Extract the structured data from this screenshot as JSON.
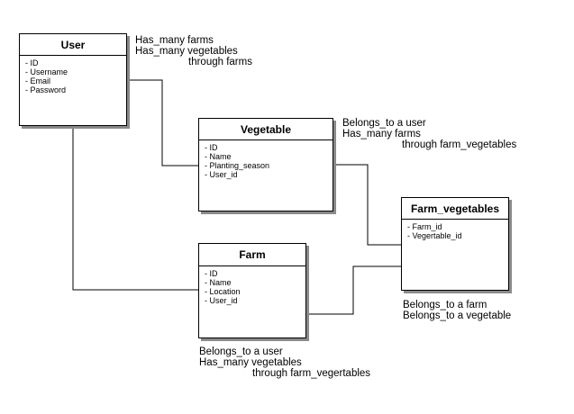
{
  "entities": {
    "user": {
      "title": "User",
      "attributes": [
        "- ID",
        "- Username",
        "- Email",
        "- Password"
      ]
    },
    "vegetable": {
      "title": "Vegetable",
      "attributes": [
        "- ID",
        "- Name",
        "- Planting_season",
        "- User_id"
      ]
    },
    "farm": {
      "title": "Farm",
      "attributes": [
        "- ID",
        "- Name",
        "- Location",
        "- User_id"
      ]
    },
    "farm_vegetables": {
      "title": "Farm_vegetables",
      "attributes": [
        "- Farm_id",
        "- Vegertable_id"
      ]
    }
  },
  "notes": {
    "user": [
      "Has_many farms",
      "Has_many vegetables",
      "through farms"
    ],
    "vegetable": [
      "Belongs_to a user",
      "Has_many farms",
      "through farm_vegetables"
    ],
    "farm": [
      "Belongs_to a user",
      "Has_many vegetables",
      "through farm_vegertables"
    ],
    "farm_vegetables": [
      "Belongs_to a farm",
      "Belongs_to a vegetable"
    ]
  },
  "colors": {
    "line": "#000000",
    "shadow": "#8a8a8a",
    "background": "#ffffff"
  }
}
